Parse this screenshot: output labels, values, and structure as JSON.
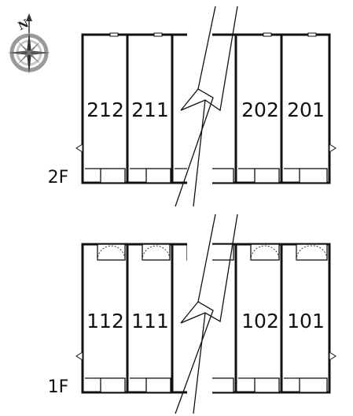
{
  "compass": {
    "north_letter": "N",
    "icon": "compass-rose-icon"
  },
  "floors": [
    {
      "id": "2f",
      "label": "2F",
      "units": [
        "212",
        "211",
        "202",
        "201"
      ]
    },
    {
      "id": "1f",
      "label": "1F",
      "units": [
        "112",
        "111",
        "102",
        "101"
      ]
    }
  ],
  "colors": {
    "line": "#111111",
    "compass_ring": "#9a9a9a",
    "background": "#ffffff"
  }
}
